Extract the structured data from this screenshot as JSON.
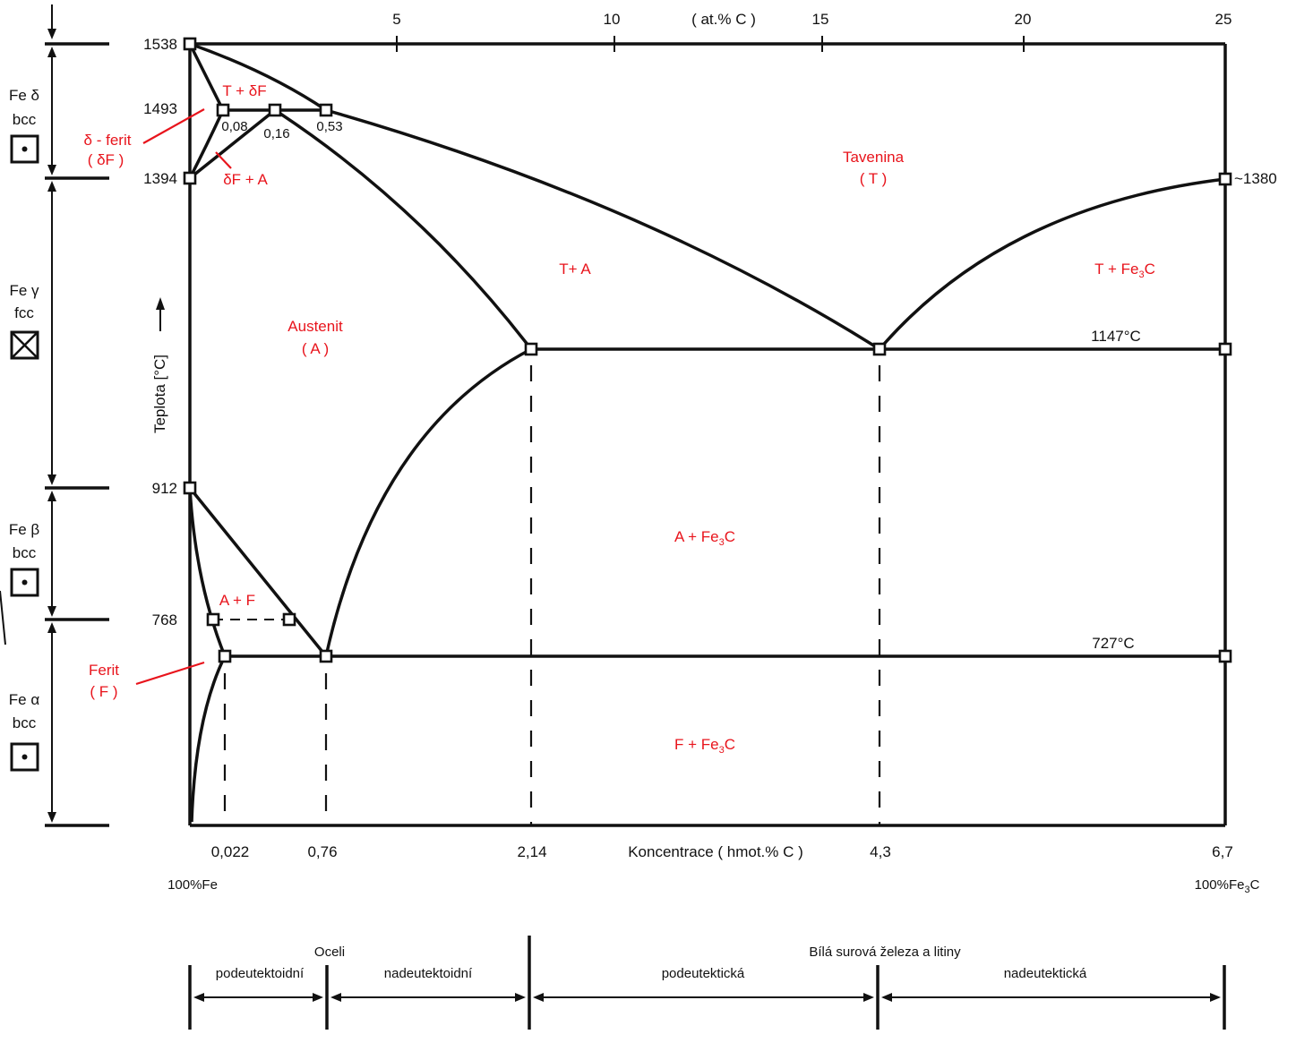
{
  "top_axis": {
    "unit_label": "( at.% C )",
    "ticks": [
      "5",
      "10",
      "15",
      "20",
      "25"
    ]
  },
  "bottom_axis": {
    "label": "Koncentrace ( hmot.% C )",
    "ticks": [
      "0,022",
      "0,76",
      "2,14",
      "4,3",
      "6,7"
    ],
    "left_end": "100%Fe",
    "right_end_base": "100%Fe",
    "right_end_sub": "3",
    "right_end_tail": "C"
  },
  "y_axis": {
    "label": "Teplota [°C]",
    "ticks": [
      "1538",
      "1493",
      "1394",
      "912",
      "768"
    ]
  },
  "phases_left": [
    {
      "name": "Fe δ",
      "lattice": "bcc",
      "icon": "dot-square-icon"
    },
    {
      "name": "Fe γ",
      "lattice": "fcc",
      "icon": "cross-square-icon"
    },
    {
      "name": "Fe β",
      "lattice": "bcc",
      "icon": "dot-square-icon"
    },
    {
      "name": "Fe α",
      "lattice": "bcc",
      "icon": "dot-square-icon"
    }
  ],
  "point_labels": {
    "p008": "0,08",
    "p016": "0,16",
    "p053": "0,53",
    "approx1380": "~1380",
    "eutectic_temp": "1147°C",
    "eutectoid_temp": "727°C"
  },
  "regions": {
    "t_df": "T + δF",
    "delta_ferrite_1": "δ - ferit",
    "delta_ferrite_2": "( δF )",
    "df_a": "δF + A",
    "melt_1": "Tavenina",
    "melt_2": "( T )",
    "t_a": "T+ A",
    "t_fe3c_base": "T + Fe",
    "austenite_1": "Austenit",
    "austenite_2": "( A )",
    "a_fe3c_base": "A + Fe",
    "a_f": "A + F",
    "ferrite_1": "Ferit",
    "ferrite_2": "( F )",
    "f_fe3c_base": "F + Fe",
    "sub3": "3",
    "tail_c": "C"
  },
  "classification": {
    "steels": "Oceli",
    "cast_irons": "Bílá surová železa a litiny",
    "hypoeutectoid": "podeutektoidní",
    "hypereutectoid": "nadeutektoidní",
    "hypoeutectic": "podeutektická",
    "hypereutectic": "nadeutektická"
  },
  "colors": {
    "lines": "#111111",
    "region_labels": "#e8141c"
  }
}
